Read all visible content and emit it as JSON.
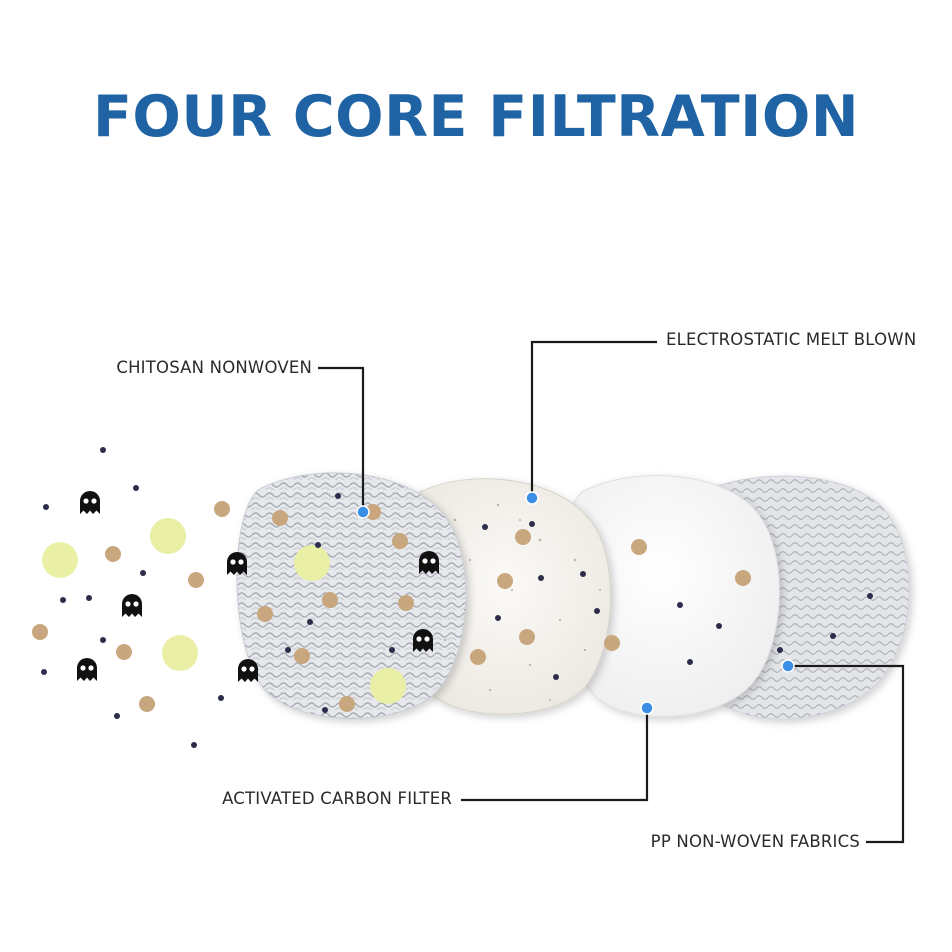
{
  "title": "FOUR CORE FILTRATION",
  "layers": [
    {
      "label": "CHITOSAN NONWOVEN"
    },
    {
      "label": "ELECTROSTATIC MELT BLOWN"
    },
    {
      "label": "ACTIVATED CARBON FILTER"
    },
    {
      "label": "PP NON-WOVEN FABRICS"
    }
  ],
  "colors": {
    "title": "#1f63a5",
    "pointer_dot": "#3a8ee6",
    "leader_line": "#1a1a1a",
    "particle_tan": "#c9a77e",
    "particle_yellow": "#e9f0a6",
    "particle_dark": "#2b2d4a",
    "germ": "#111111"
  },
  "icons": [
    "germ-icon",
    "particle-dot"
  ]
}
